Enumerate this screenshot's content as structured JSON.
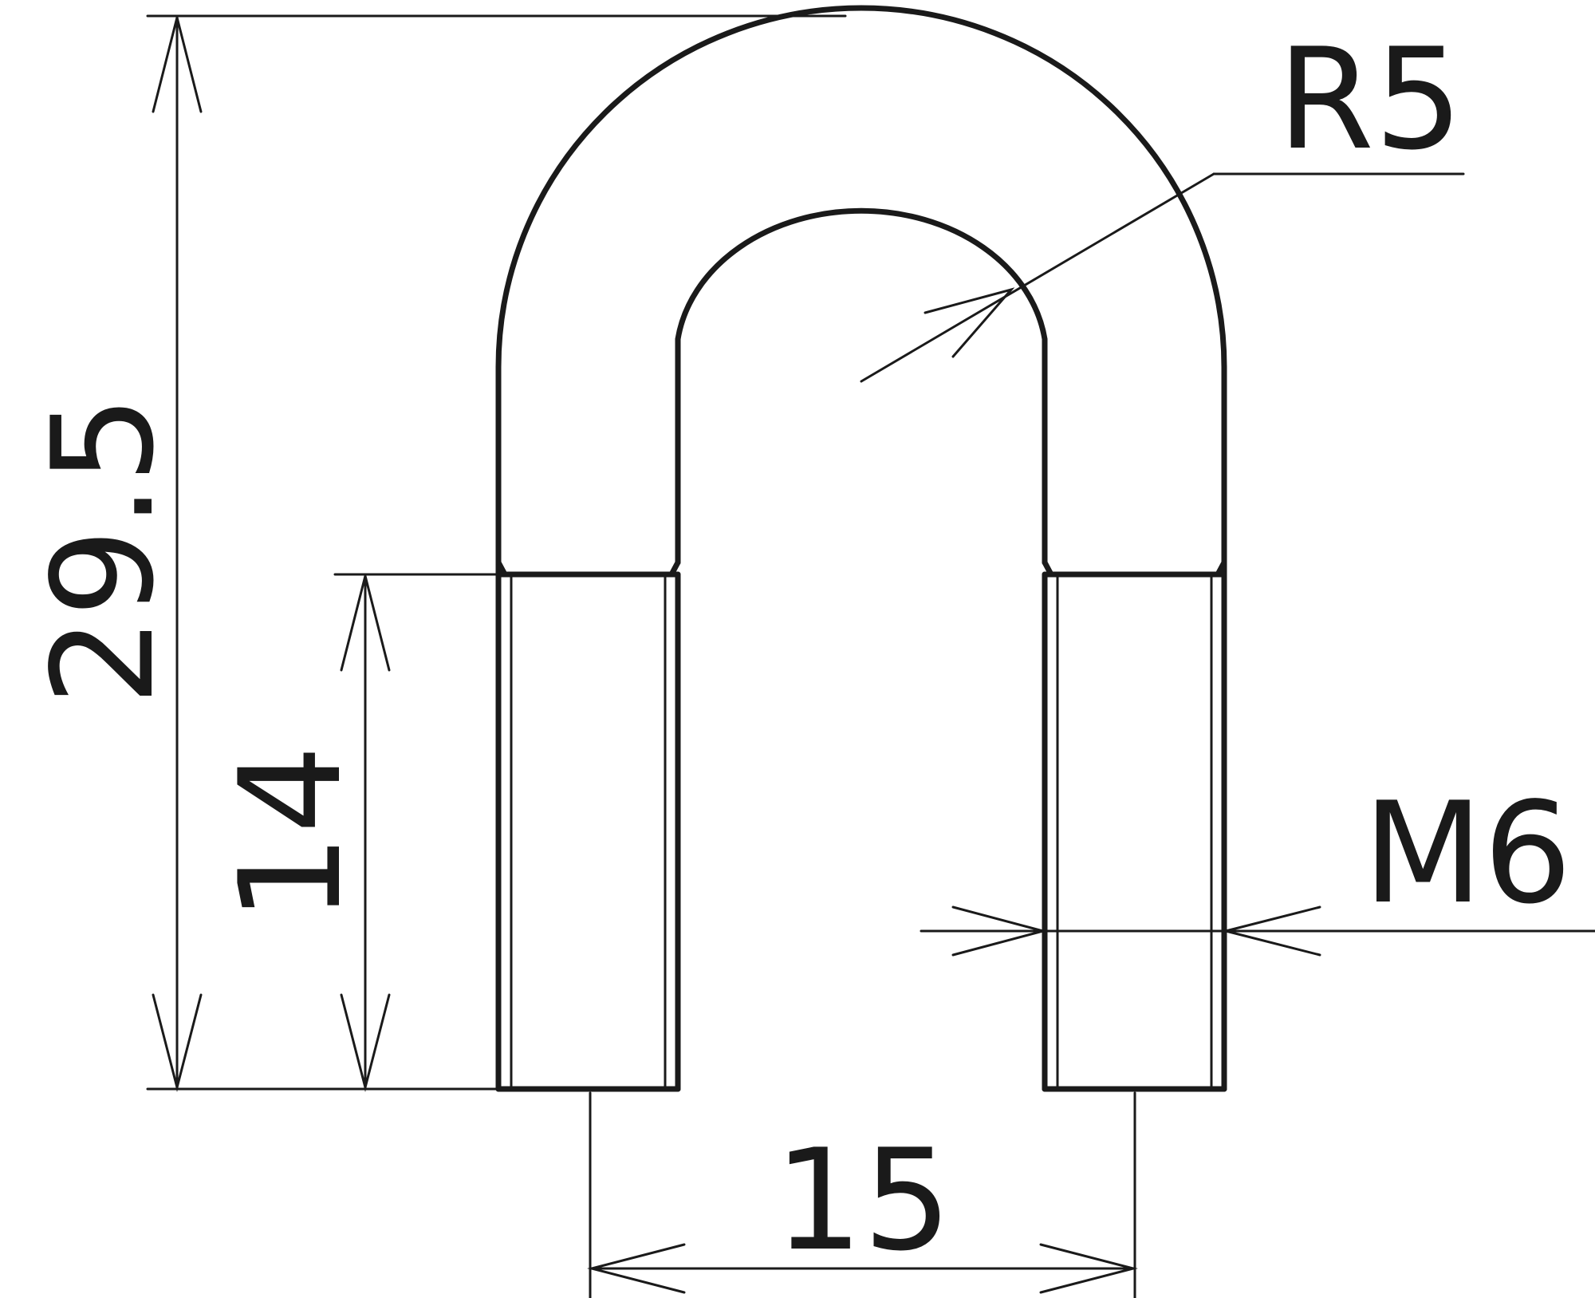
{
  "drawing": {
    "colors": {
      "line": "#1a1a1a",
      "background": "#ffffff"
    },
    "dimensions": {
      "overall_height": "29.5",
      "thread_length": "14",
      "leg_spacing": "15",
      "bend_radius": "R5",
      "thread_size": "M6"
    }
  }
}
